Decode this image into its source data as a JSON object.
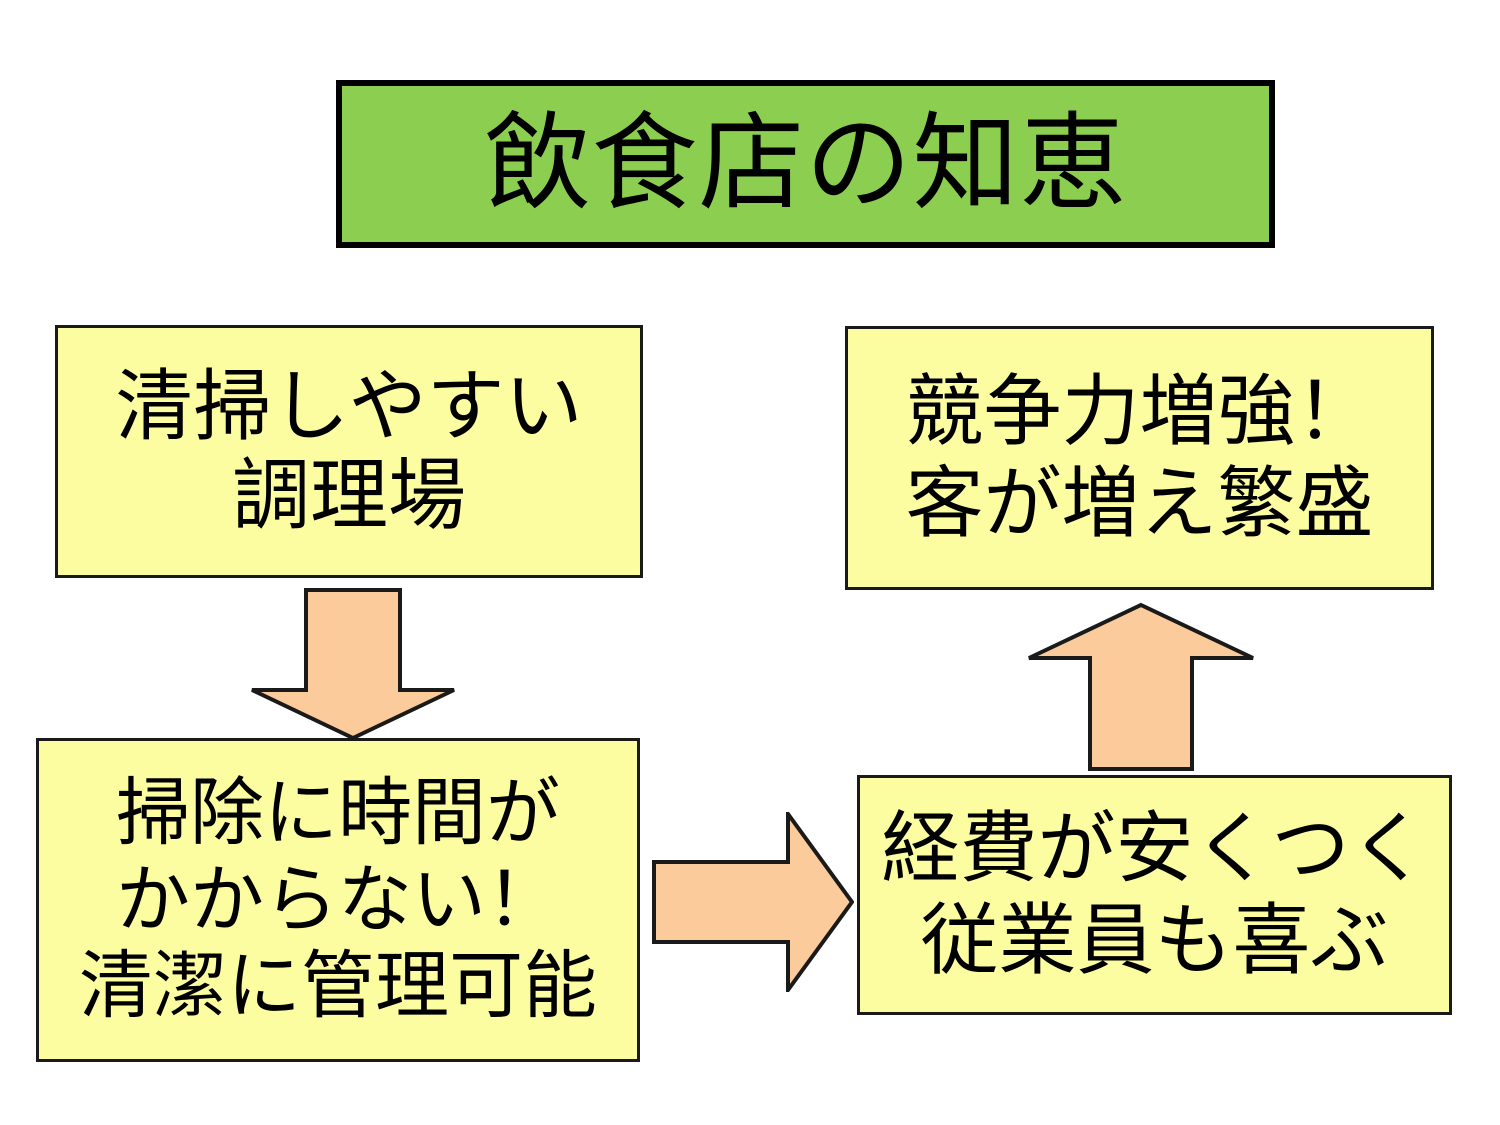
{
  "slide": {
    "background_color": "#FFFFFF",
    "title": {
      "text": "飲食店の知恵",
      "fill_color": "#8CCF50",
      "border_color": "#000000",
      "text_color": "#000000"
    },
    "box_fill_color": "#FCFCA0",
    "box_border_color": "#1A1A1A",
    "arrow_fill_color": "#FBCB9C",
    "arrow_border_color": "#1A1A1A"
  },
  "boxes": [
    {
      "id": "clean-kitchen",
      "lines": [
        "清掃しやすい",
        "調理場"
      ]
    },
    {
      "id": "no-time",
      "lines": [
        "掃除に時間が",
        "かからない！",
        "清潔に管理可能"
      ]
    },
    {
      "id": "competitive",
      "lines": [
        "競争力増強！",
        "客が増え繁盛"
      ]
    },
    {
      "id": "cost",
      "lines": [
        "経費が安くつく",
        "従業員も喜ぶ"
      ]
    }
  ],
  "arrows": [
    {
      "id": "down",
      "direction": "down",
      "from": "clean-kitchen",
      "to": "no-time"
    },
    {
      "id": "right",
      "direction": "right",
      "from": "no-time",
      "to": "cost"
    },
    {
      "id": "up",
      "direction": "up",
      "from": "cost",
      "to": "competitive"
    }
  ]
}
